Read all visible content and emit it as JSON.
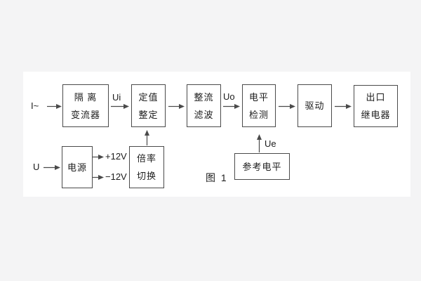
{
  "figure": {
    "caption": "图 1",
    "page_background": "#f4f4f5",
    "card_background": "#ffffff",
    "line_color": "#4a4a4a",
    "text_color": "#1c1c1c"
  },
  "blocks": {
    "isolation": {
      "line1": "隔 离",
      "line2": "变流器"
    },
    "setting": {
      "line1": "定值",
      "line2": "整定"
    },
    "rectifier": {
      "line1": "整流",
      "line2": "滤波"
    },
    "level": {
      "line1": "电平",
      "line2": "检测"
    },
    "drive": {
      "line1": "驱动"
    },
    "relay": {
      "line1": "出口",
      "line2": "继电器"
    },
    "power": {
      "line1": "电源"
    },
    "ratio": {
      "line1": "倍率",
      "line2": "切换"
    },
    "reference": {
      "line1": "参考电平"
    }
  },
  "signals": {
    "input_current": "I~",
    "input_voltage": "U",
    "ui": "Ui",
    "uo": "Uo",
    "ue": "Ue",
    "rail_positive": "+12V",
    "rail_negative": "−12V"
  }
}
